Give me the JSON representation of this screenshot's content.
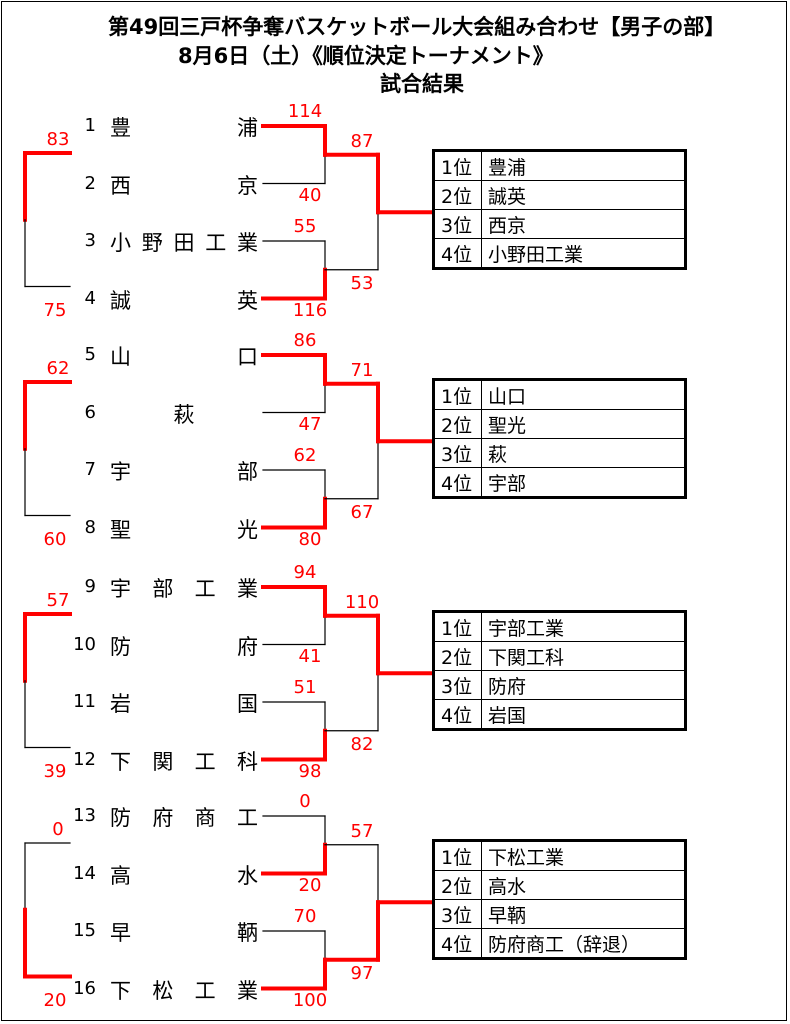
{
  "title": "第49回三戸杯争奪バスケットボール大会組み合わせ【男子の部】",
  "subtitle": "8月6日（土）《順位決定トーナメント》",
  "heading": "試合結果",
  "colors": {
    "winner_line": "#ff0000",
    "loser_line": "#000000",
    "score_text": "#ff0000"
  },
  "blocks": [
    {
      "teams": [
        {
          "num": "1",
          "name": "豊浦"
        },
        {
          "num": "2",
          "name": "西京"
        },
        {
          "num": "3",
          "name": "小野田工業"
        },
        {
          "num": "4",
          "name": "誠英"
        }
      ],
      "semi": [
        {
          "top": "114",
          "bottom": "40"
        },
        {
          "top": "55",
          "bottom": "116"
        }
      ],
      "final": {
        "top": "87",
        "bottom": "53"
      },
      "third": {
        "top": "83",
        "bottom": "75"
      },
      "results": [
        {
          "rank": "1位",
          "team": "豊浦"
        },
        {
          "rank": "2位",
          "team": "誠英"
        },
        {
          "rank": "3位",
          "team": "西京"
        },
        {
          "rank": "4位",
          "team": "小野田工業"
        }
      ]
    },
    {
      "teams": [
        {
          "num": "5",
          "name": "山口"
        },
        {
          "num": "6",
          "name": "萩"
        },
        {
          "num": "7",
          "name": "宇部"
        },
        {
          "num": "8",
          "name": "聖光"
        }
      ],
      "semi": [
        {
          "top": "86",
          "bottom": "47"
        },
        {
          "top": "62",
          "bottom": "80"
        }
      ],
      "final": {
        "top": "71",
        "bottom": "67"
      },
      "third": {
        "top": "62",
        "bottom": "60"
      },
      "results": [
        {
          "rank": "1位",
          "team": "山口"
        },
        {
          "rank": "2位",
          "team": "聖光"
        },
        {
          "rank": "3位",
          "team": "萩"
        },
        {
          "rank": "4位",
          "team": "宇部"
        }
      ]
    },
    {
      "teams": [
        {
          "num": "9",
          "name": "宇部工業"
        },
        {
          "num": "10",
          "name": "防府"
        },
        {
          "num": "11",
          "name": "岩国"
        },
        {
          "num": "12",
          "name": "下関工科"
        }
      ],
      "semi": [
        {
          "top": "94",
          "bottom": "41"
        },
        {
          "top": "51",
          "bottom": "98"
        }
      ],
      "final": {
        "top": "110",
        "bottom": "82"
      },
      "third": {
        "top": "57",
        "bottom": "39"
      },
      "results": [
        {
          "rank": "1位",
          "team": "宇部工業"
        },
        {
          "rank": "2位",
          "team": "下関工科"
        },
        {
          "rank": "3位",
          "team": "防府"
        },
        {
          "rank": "4位",
          "team": "岩国"
        }
      ]
    },
    {
      "teams": [
        {
          "num": "13",
          "name": "防府商工"
        },
        {
          "num": "14",
          "name": "高水"
        },
        {
          "num": "15",
          "name": "早鞆"
        },
        {
          "num": "16",
          "name": "下松工業"
        }
      ],
      "semi": [
        {
          "top": "0",
          "bottom": "20"
        },
        {
          "top": "70",
          "bottom": "100"
        }
      ],
      "final": {
        "top": "57",
        "bottom": "97"
      },
      "third": {
        "top": "0",
        "bottom": "20"
      },
      "results": [
        {
          "rank": "1位",
          "team": "下松工業"
        },
        {
          "rank": "2位",
          "team": "高水"
        },
        {
          "rank": "3位",
          "team": "早鞆"
        },
        {
          "rank": "4位",
          "team": "防府商工（辞退）"
        }
      ]
    }
  ]
}
